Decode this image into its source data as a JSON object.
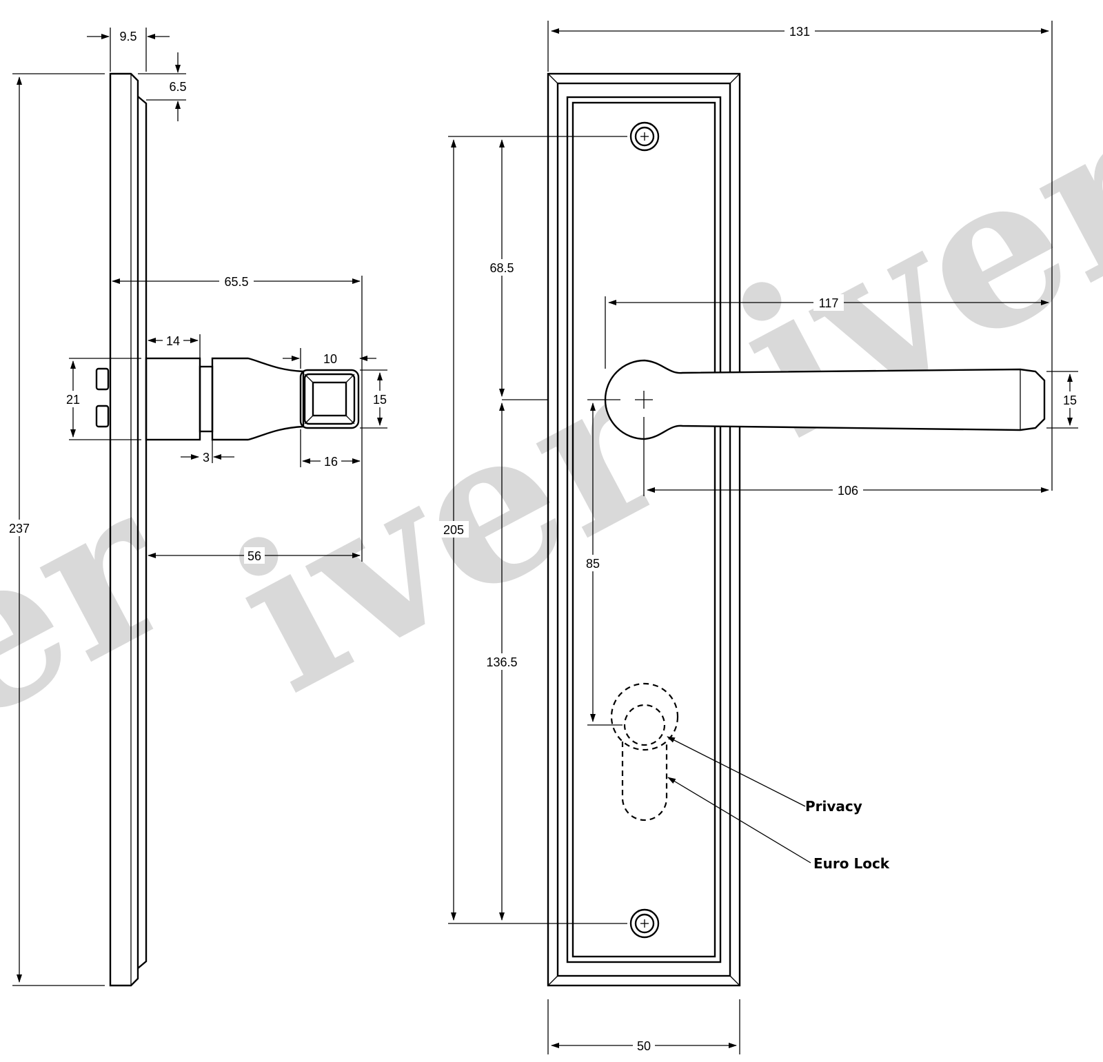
{
  "watermark": {
    "text": "iver",
    "color": "#d9d9d9"
  },
  "side_view": {
    "dimensions": {
      "plate_thickness": "9.5",
      "bevel": "6.5",
      "overall_height": "237",
      "projection_total": "65.5",
      "rose_length": "14",
      "rose_height": "21",
      "gap": "3",
      "end_width": "10",
      "end_height": "15",
      "end_length": "16",
      "projection_from_plate": "56"
    }
  },
  "front_view": {
    "dimensions": {
      "overall_width": "131",
      "screw_spacing": "205",
      "top_screw_to_lever": "68.5",
      "lever_to_bottom_screw": "136.5",
      "lever_length": "117",
      "lever_end_height": "15",
      "lever_from_spindle": "106",
      "spindle_to_keyhole": "85",
      "plate_width": "50"
    },
    "callouts": {
      "privacy": "Privacy",
      "euro_lock": "Euro Lock"
    }
  }
}
